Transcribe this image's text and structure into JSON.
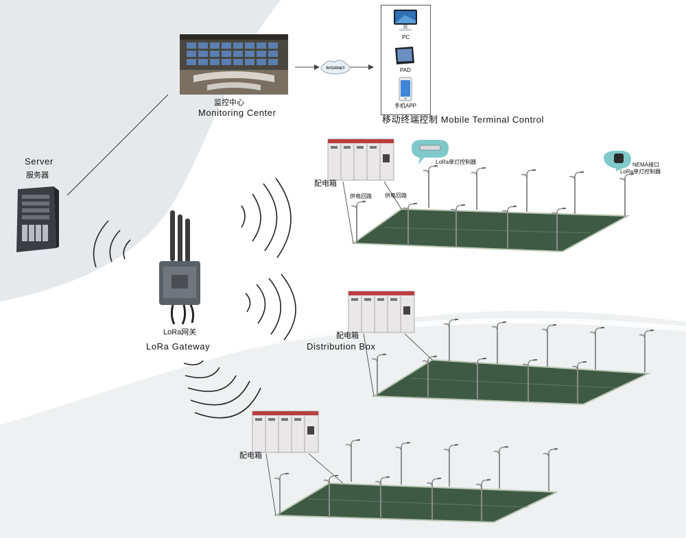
{
  "labels": {
    "monitoring_cn": "监控中心",
    "monitoring_en": "Monitoring  Center",
    "internet": "INTERNET",
    "pc": "PC",
    "pad": "PAD",
    "phone_app": "手机APP",
    "mobile_terminal": "移动终端控制  Mobile  Terminal  Control",
    "server_en": "Server",
    "server_cn": "服务器",
    "gateway_cn": "LoRa网关",
    "gateway_en": "LoRa  Gateway",
    "dist_box_cn_1": "配电箱",
    "dist_box_cn_2": "配电箱",
    "dist_box_cn_3": "配电箱",
    "distribution_box_en": "Distribution  Box",
    "supply_loop_1": "供电回路",
    "supply_loop_2": "供电回路",
    "lora_single_controller": "LoRa单灯控制器",
    "nema_line1": "NEMA接口",
    "nema_line2": "LoRa单灯控制器"
  },
  "colors": {
    "field_green": "#3f5a44",
    "cabinet_grey": "#e9e7e7",
    "cabinet_red": "#b84040",
    "bubble_teal": "#7fc9cb",
    "pole_grey": "#8c8c8c",
    "background_swoosh": "#e7eaed"
  }
}
